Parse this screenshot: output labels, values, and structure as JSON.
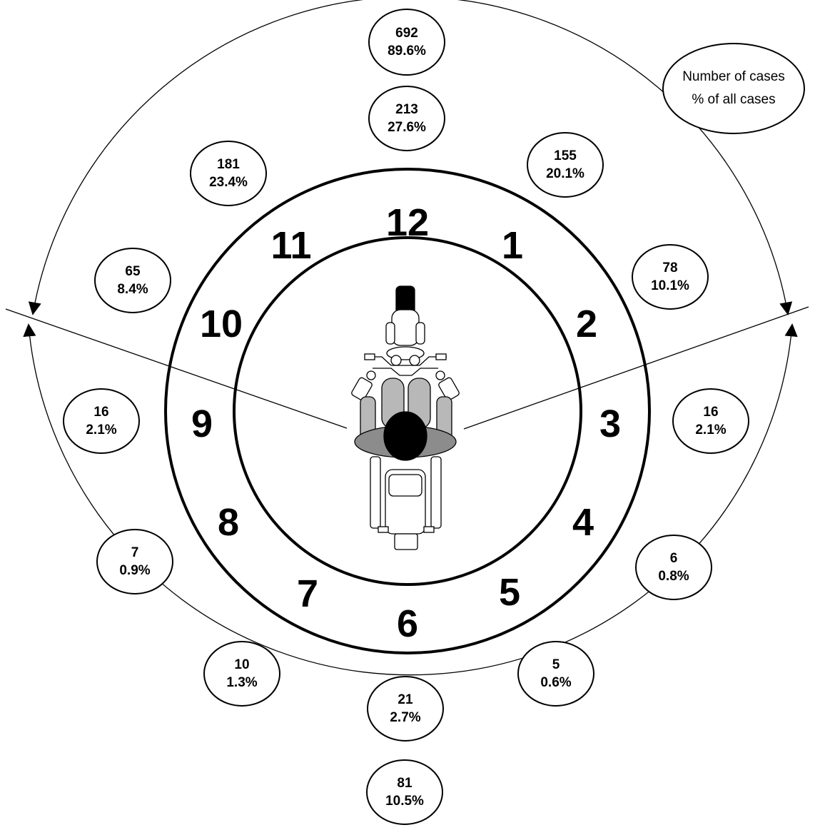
{
  "clock_numbers": [
    "12",
    "1",
    "2",
    "3",
    "4",
    "5",
    "6",
    "7",
    "8",
    "9",
    "10",
    "11"
  ],
  "positions": [
    {
      "clock": "12",
      "count": "213",
      "pct": "27.6%"
    },
    {
      "clock": "1",
      "count": "155",
      "pct": "20.1%"
    },
    {
      "clock": "2",
      "count": "78",
      "pct": "10.1%"
    },
    {
      "clock": "3",
      "count": "16",
      "pct": "2.1%"
    },
    {
      "clock": "4",
      "count": "6",
      "pct": "0.8%"
    },
    {
      "clock": "5",
      "count": "5",
      "pct": "0.6%"
    },
    {
      "clock": "6",
      "count": "21",
      "pct": "2.7%"
    },
    {
      "clock": "7",
      "count": "10",
      "pct": "1.3%"
    },
    {
      "clock": "8",
      "count": "7",
      "pct": "0.9%"
    },
    {
      "clock": "9",
      "count": "16",
      "pct": "2.1%"
    },
    {
      "clock": "10",
      "count": "65",
      "pct": "8.4%"
    },
    {
      "clock": "11",
      "count": "181",
      "pct": "23.4%"
    }
  ],
  "front_total": {
    "count": "692",
    "pct": "89.6%"
  },
  "rear_total": {
    "count": "81",
    "pct": "10.5%"
  },
  "legend": {
    "line1": "Number of cases",
    "line2": "% of all cases"
  }
}
